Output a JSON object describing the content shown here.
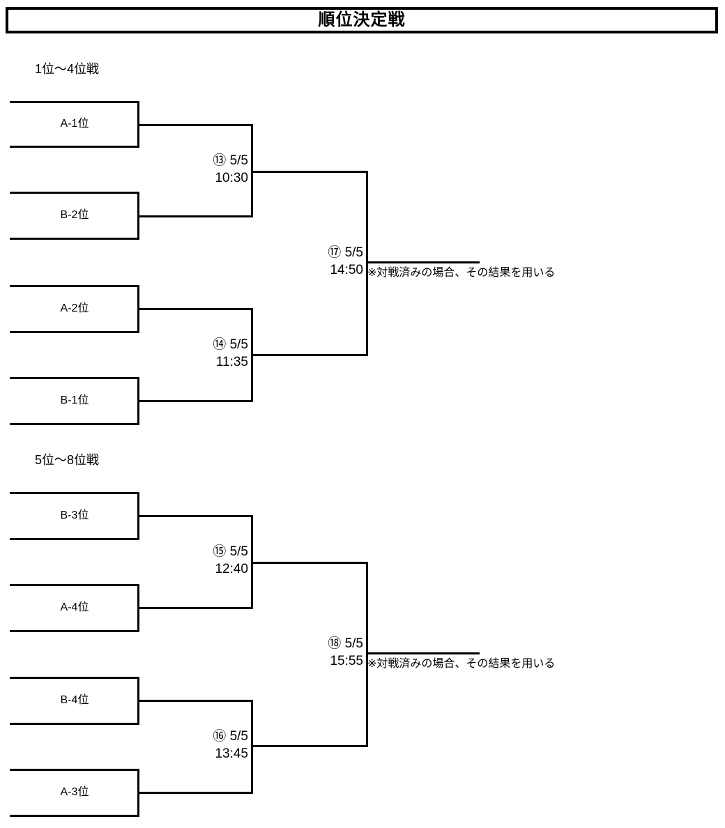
{
  "title": "順位決定戦",
  "sections": [
    {
      "heading": "1位～4位戦"
    },
    {
      "heading": "5位～8位戦"
    }
  ],
  "slots": [
    {
      "label": "A-1位"
    },
    {
      "label": "B-2位"
    },
    {
      "label": "A-2位"
    },
    {
      "label": "B-1位"
    },
    {
      "label": "B-3位"
    },
    {
      "label": "A-4位"
    },
    {
      "label": "B-4位"
    },
    {
      "label": "A-3位"
    }
  ],
  "matches": [
    {
      "number": "⑬",
      "date": "5/5",
      "time": "10:30"
    },
    {
      "number": "⑭",
      "date": "5/5",
      "time": "11:35"
    },
    {
      "number": "⑰",
      "date": "5/5",
      "time": "14:50"
    },
    {
      "number": "⑮",
      "date": "5/5",
      "time": "12:40"
    },
    {
      "number": "⑯",
      "date": "5/5",
      "time": "13:45"
    },
    {
      "number": "⑱",
      "date": "5/5",
      "time": "15:55"
    }
  ],
  "notes": [
    {
      "text": "※対戦済みの場合、その結果を用いる"
    },
    {
      "text": "※対戦済みの場合、その結果を用いる"
    }
  ],
  "colors": {
    "line": "#000000",
    "text": "#000000",
    "background": "#ffffff"
  }
}
